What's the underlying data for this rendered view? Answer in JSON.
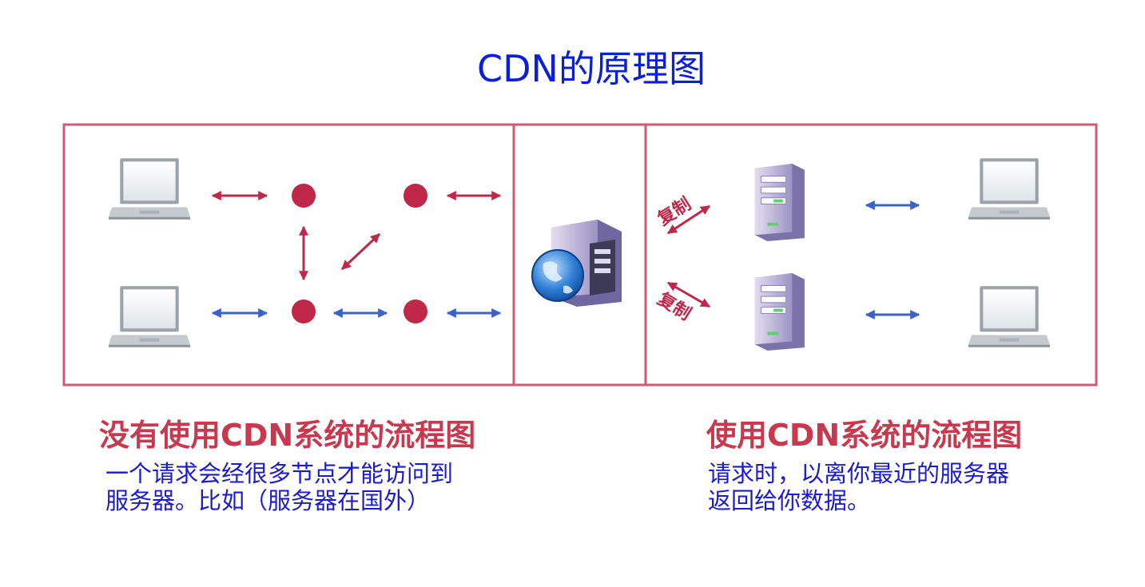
{
  "title": "CDN的原理图",
  "copy_label_top": "复制",
  "copy_label_bottom": "复制",
  "left_caption": {
    "title": "没有使用CDN系统的流程图",
    "lines": [
      "一个请求会经很多节点才能访问到",
      "服务器。比如（服务器在国外）"
    ]
  },
  "right_caption": {
    "title": "使用CDN系统的流程图",
    "lines": [
      "请求时，以离你最近的服务器",
      "返回给你数据。"
    ]
  },
  "colors": {
    "title": "#0a1fd8",
    "frame": "#d25a73",
    "node": "#c0284a",
    "arrow_red": "#c0284a",
    "arrow_blue": "#3a62c8",
    "caption_title": "#c8384e",
    "caption_text": "#1a1ad0"
  }
}
